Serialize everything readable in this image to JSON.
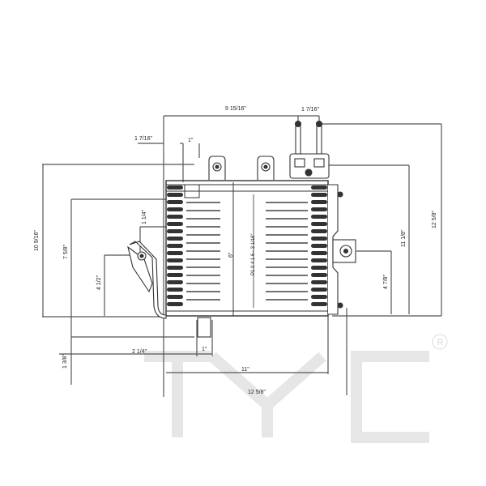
{
  "drawing": {
    "subject": "Transmission oil cooler - front elevation with dimensions",
    "watermark": {
      "brand": "TYC",
      "registered_mark": "®"
    },
    "colors": {
      "line": "#555555",
      "dark": "#222222",
      "watermark": "#e6e6e6",
      "background": "#ffffff"
    },
    "dimensions": {
      "top_overall_width": "9 15/16\"",
      "fitting_spacing": "1 7/16\"",
      "left_offset_top": "1 7/16\"",
      "tab_width": "1\"",
      "overall_height_left": "10 9/16\"",
      "core_height_left": "7 5/8\"",
      "bracket_height_left": "4 1/2\"",
      "bracket_offset": "1 1/4\"",
      "bottom_offset_left": "1 3/8\"",
      "foot_height": "2 1/4\"",
      "foot_width": "1\"",
      "core_width": "11\"",
      "overall_width_bottom": "12 5/8\"",
      "overall_height_right": "12 5/8\"",
      "core_height_right": "11 1/8\"",
      "bracket_height_right": "4 7/8\"",
      "center_label": "6\"",
      "part_callout": "P1 0 4 1 6 - 3 1/16\""
    }
  }
}
